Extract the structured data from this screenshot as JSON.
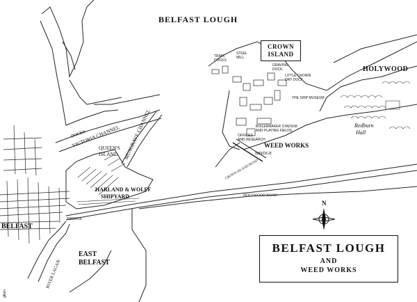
{
  "map": {
    "sea_label": "BELFAST LOUGH",
    "places": {
      "holywood": "HOLYWOOD",
      "belfast": "BELFAST",
      "east_belfast": "EAST\nBELFAST",
      "east": "EAST",
      "belfast2": "BELFAST",
      "weed_works": "WEED WORKS",
      "victoria_channel": "VICTORIA CHANNEL",
      "musgrave_channel": "MUSGRAVE CHANNEL",
      "queens_island": "QUEEN'S",
      "queens_island2": "ISLAND",
      "harland_wolff": "HARLAND & WOLFF",
      "shipyard": "SHIPYARD",
      "river_lagan": "RIVER LAGAN",
      "docks": "DOCKS",
      "bridge_left": "BRIDGE",
      "bridge_right": "BRIDGE",
      "holywood_road": "HOLYWOOD ROAD",
      "crown_island_road": "CROWN ISLAND ROAD",
      "redburn": "Redburn",
      "redburn2": "Hall",
      "train_docks": "TRAIN\nDOCKS",
      "steel_mill": "STEEL\nMILL",
      "graving_dock": "GRAVING\nDOCK",
      "little_crown_dry_dock": "LITTLE CROWN\nDRY DOCK",
      "boilermaker_stadium": "BOILERMAKER STADIUM\nAND PLAYING FIELDS",
      "offices_and_research": "OFFICES\nAND RESEARCH",
      "ship_museum": "THE SHIP MUSEUM"
    },
    "crown_island_box": [
      "CROWN",
      "ISLAND"
    ],
    "title": {
      "line1": "BELFAST LOUGH",
      "line2": "AND",
      "line3": "WEED WORKS"
    },
    "compass_letter": "N",
    "credit": "gtlain"
  }
}
